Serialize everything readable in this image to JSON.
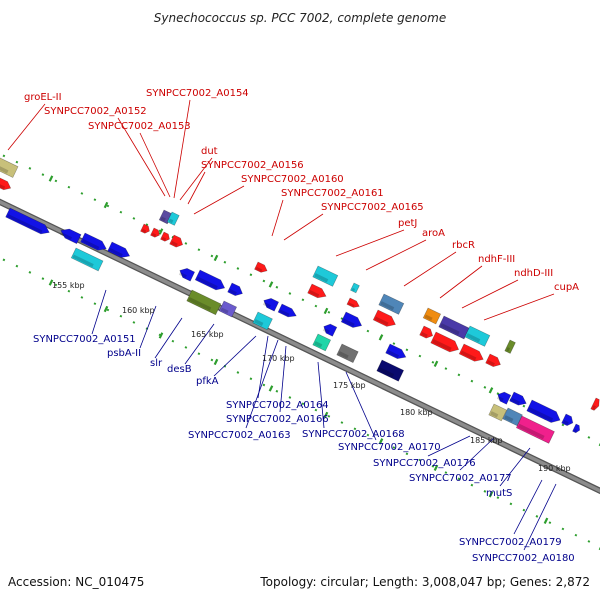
{
  "title": "Synechococcus sp. PCC 7002, complete genome",
  "accession": "Accession: NC_010475",
  "topology": "Topology: circular; Length: 3,008,047 bp; Genes: 2,872",
  "colors": {
    "red": "#ff1a1a",
    "blue": "#1212e6",
    "cyan": "#1ec9d9",
    "backbone": "#8c8c8c",
    "tick": "#2e9e2e",
    "upper_label": "#cc0000",
    "lower_label": "#00008b"
  },
  "ticks": [
    "155 kbp",
    "160 kbp",
    "165 kbp",
    "170 kbp",
    "175 kbp",
    "180 kbp",
    "185 kbp",
    "190 kbp"
  ],
  "upper_labels": [
    "groEL-II",
    "SYNPCC7002_A0152",
    "SYNPCC7002_A0153",
    "SYNPCC7002_A0154",
    "dut",
    "SYNPCC7002_A0156",
    "SYNPCC7002_A0160",
    "SYNPCC7002_A0161",
    "SYNPCC7002_A0165",
    "petJ",
    "aroA",
    "rbcR",
    "ndhF-III",
    "ndhD-III",
    "cupA"
  ],
  "lower_labels": [
    "SYNPCC7002_A0151",
    "psbA-II",
    "slr",
    "desB",
    "pfkA",
    "SYNPCC7002_A0164",
    "SYNPCC7002_A0163",
    "SYNPCC7002_A0166",
    "SYNPCC7002_A0168",
    "SYNPCC7002_A0170",
    "SYNPCC7002_A0176",
    "SYNPCC7002_A0177",
    "mutS",
    "SYNPCC7002_A0179",
    "SYNPCC7002_A0180"
  ]
}
